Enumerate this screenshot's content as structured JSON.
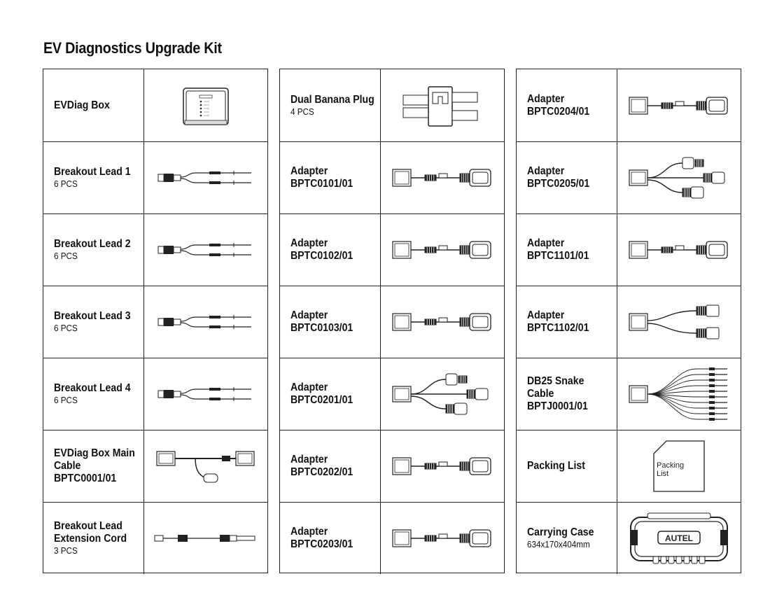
{
  "page": {
    "title": "EV Diagnostics Upgrade Kit"
  },
  "columns": [
    [
      {
        "name": "EVDiag Box",
        "qty": "",
        "icon": "evdiag-box-icon"
      },
      {
        "name": "Breakout Lead 1",
        "qty": "6 PCS",
        "icon": "breakout-lead-icon"
      },
      {
        "name": "Breakout Lead 2",
        "qty": "6 PCS",
        "icon": "breakout-lead-icon"
      },
      {
        "name": "Breakout Lead 3",
        "qty": "6 PCS",
        "icon": "breakout-lead-icon"
      },
      {
        "name": "Breakout Lead 4",
        "qty": "6 PCS",
        "icon": "breakout-lead-icon"
      },
      {
        "name": "EVDiag Box Main\nCable\nBPTC0001/01",
        "qty": "",
        "icon": "main-cable-icon"
      },
      {
        "name": "Breakout Lead\nExtension Cord",
        "qty": "3 PCS",
        "icon": "extension-cord-icon"
      }
    ],
    [
      {
        "name": "Dual Banana Plug",
        "qty": "4 PCS",
        "icon": "banana-plug-icon"
      },
      {
        "name": "Adapter\nBPTC0101/01",
        "qty": "",
        "icon": "adapter-cable-icon"
      },
      {
        "name": "Adapter\nBPTC0102/01",
        "qty": "",
        "icon": "adapter-cable-icon"
      },
      {
        "name": "Adapter\nBPTC0103/01",
        "qty": "",
        "icon": "adapter-cable-icon"
      },
      {
        "name": "Adapter\nBPTC0201/01",
        "qty": "",
        "icon": "adapter-multi-cable-icon"
      },
      {
        "name": "Adapter\nBPTC0202/01",
        "qty": "",
        "icon": "adapter-cable-icon"
      },
      {
        "name": "Adapter\nBPTC0203/01",
        "qty": "",
        "icon": "adapter-cable-icon"
      }
    ],
    [
      {
        "name": "Adapter\nBPTC0204/01",
        "qty": "",
        "icon": "adapter-cable-icon"
      },
      {
        "name": "Adapter\nBPTC0205/01",
        "qty": "",
        "icon": "adapter-multi-cable-icon"
      },
      {
        "name": "Adapter\nBPTC1101/01",
        "qty": "",
        "icon": "adapter-cable-icon"
      },
      {
        "name": "Adapter\nBPTC1102/01",
        "qty": "",
        "icon": "adapter-split-cable-icon"
      },
      {
        "name": "DB25 Snake\nCable\nBPTJ0001/01",
        "qty": "",
        "icon": "snake-cable-icon"
      },
      {
        "name": "Packing List",
        "qty": "",
        "icon": "packing-list-icon",
        "icon_text": "Packing\nList"
      },
      {
        "name": "Carrying Case",
        "qty": "634x170x404mm",
        "icon": "carrying-case-icon",
        "icon_text": "AUTEL"
      }
    ]
  ]
}
